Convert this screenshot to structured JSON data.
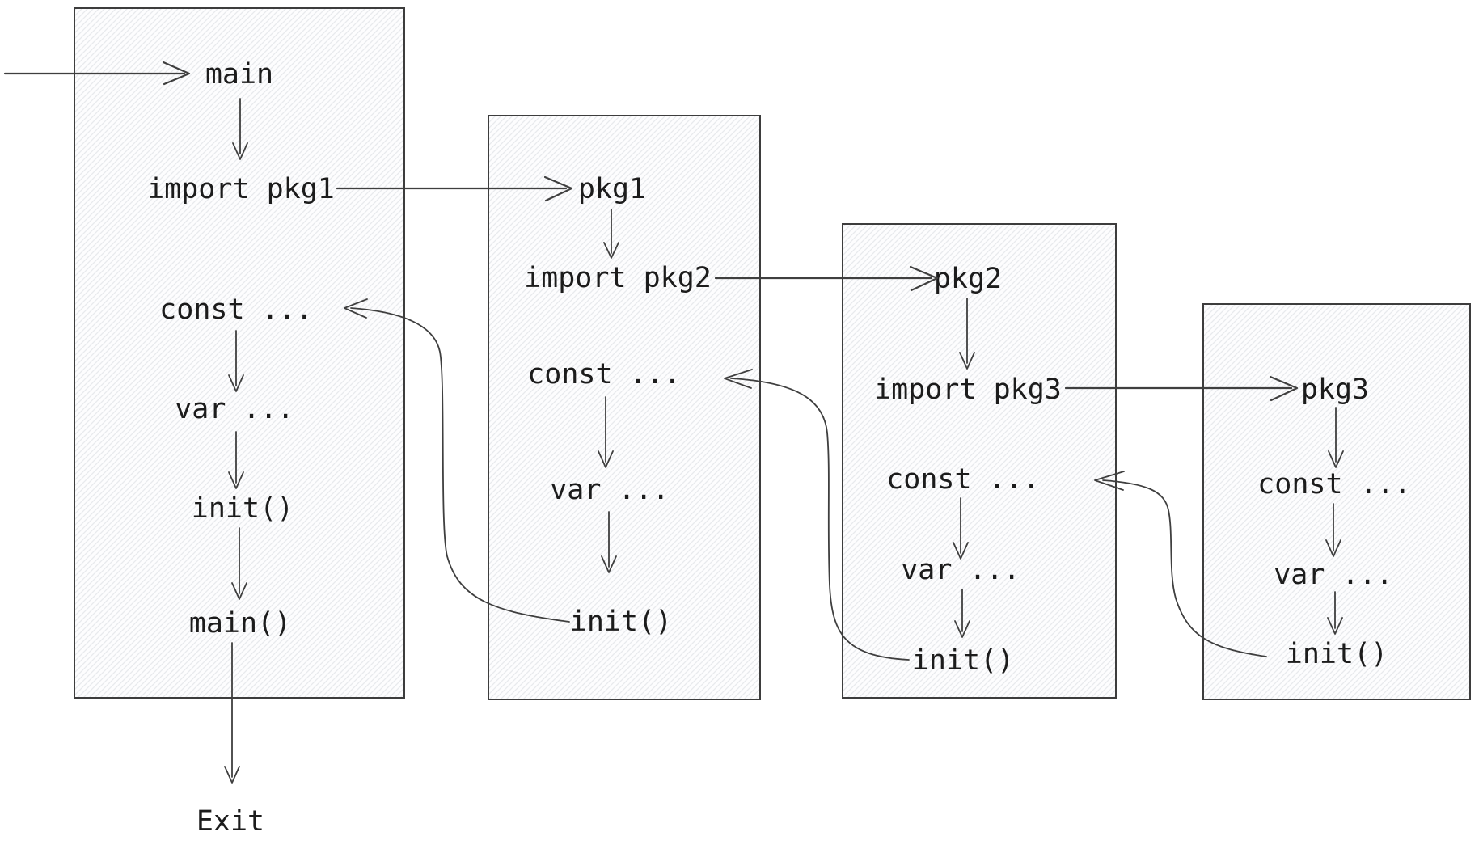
{
  "diagram_type": "go-package-initialization-order",
  "boxes": [
    {
      "labels": [
        "main",
        "import pkg1",
        "const ...",
        "var ...",
        "init()",
        "main()"
      ]
    },
    {
      "labels": [
        "pkg1",
        "import pkg2",
        "const ...",
        "var ...",
        "init()"
      ]
    },
    {
      "labels": [
        "pkg2",
        "import pkg3",
        "const ...",
        "var ...",
        "init()"
      ]
    },
    {
      "labels": [
        "pkg3",
        "const ...",
        "var ...",
        "init()"
      ]
    }
  ],
  "exit_label": "Exit",
  "colors": {
    "text": "#1c1c1c",
    "line": "#3f3f3f",
    "box_border": "#3d3d3d",
    "box_fill": "#fdfdfe",
    "hatch_line": "#e8eaed",
    "background": "#ffffff"
  }
}
